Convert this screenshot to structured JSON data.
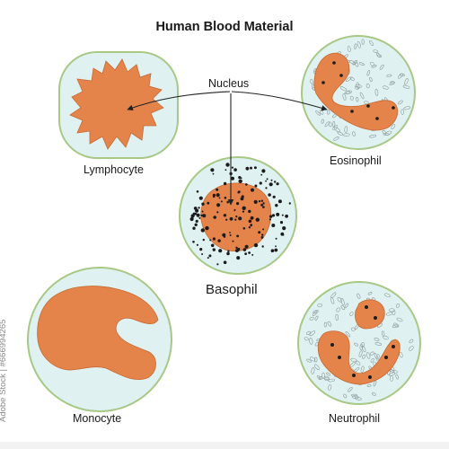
{
  "title": "Human Blood Material",
  "labels": {
    "nucleus": "Nucleus",
    "lymphocyte": "Lymphocyte",
    "eosinophil": "Eosinophil",
    "basophil": "Basophil",
    "monocyte": "Monocyte",
    "neutrophil": "Neutrophil"
  },
  "watermark": "Adobe Stock | #666994265",
  "colors": {
    "cytoplasm": "#dff1f1",
    "membrane": "#a8c886",
    "nucleus": "#e4844a",
    "granule": "#1c1c1c",
    "granule_outline": "#8c9a9a"
  }
}
